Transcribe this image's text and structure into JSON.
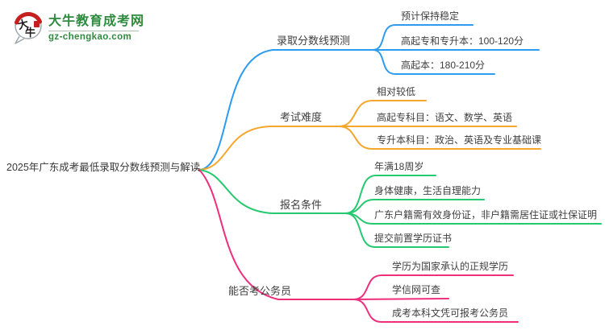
{
  "logo": {
    "icon_text_top": "大",
    "icon_text_bottom": "牛",
    "title": "大牛教育成考网",
    "domain": "gz-chengkao.com",
    "brand_green": "#2e8b3e",
    "seal_red": "#c51f1f"
  },
  "central": {
    "title": "2025年广东成考最低录取分数线预测与解读"
  },
  "branches": [
    {
      "label": "录取分数线预测",
      "color": "#2d9bf0",
      "children": [
        "预计保持稳定",
        "高起专和专升本：100-120分",
        "高起本：180-210分"
      ]
    },
    {
      "label": "考试难度",
      "color": "#f5a62b",
      "children": [
        "相对较低",
        "高起专科目：语文、数学、英语",
        "专升本科目：政治、英语及专业基础课"
      ]
    },
    {
      "label": "报名条件",
      "color": "#25c96f",
      "children": [
        "年满18周岁",
        "身体健康，生活自理能力",
        "广东户籍需有效身份证，非户籍需居住证或社保证明",
        "提交前置学历证书"
      ]
    },
    {
      "label": "能否考公务员",
      "color": "#ed2f7c",
      "children": [
        "学历为国家承认的正规学历",
        "学信网可查",
        "成考本科文凭可报考公务员"
      ]
    }
  ]
}
